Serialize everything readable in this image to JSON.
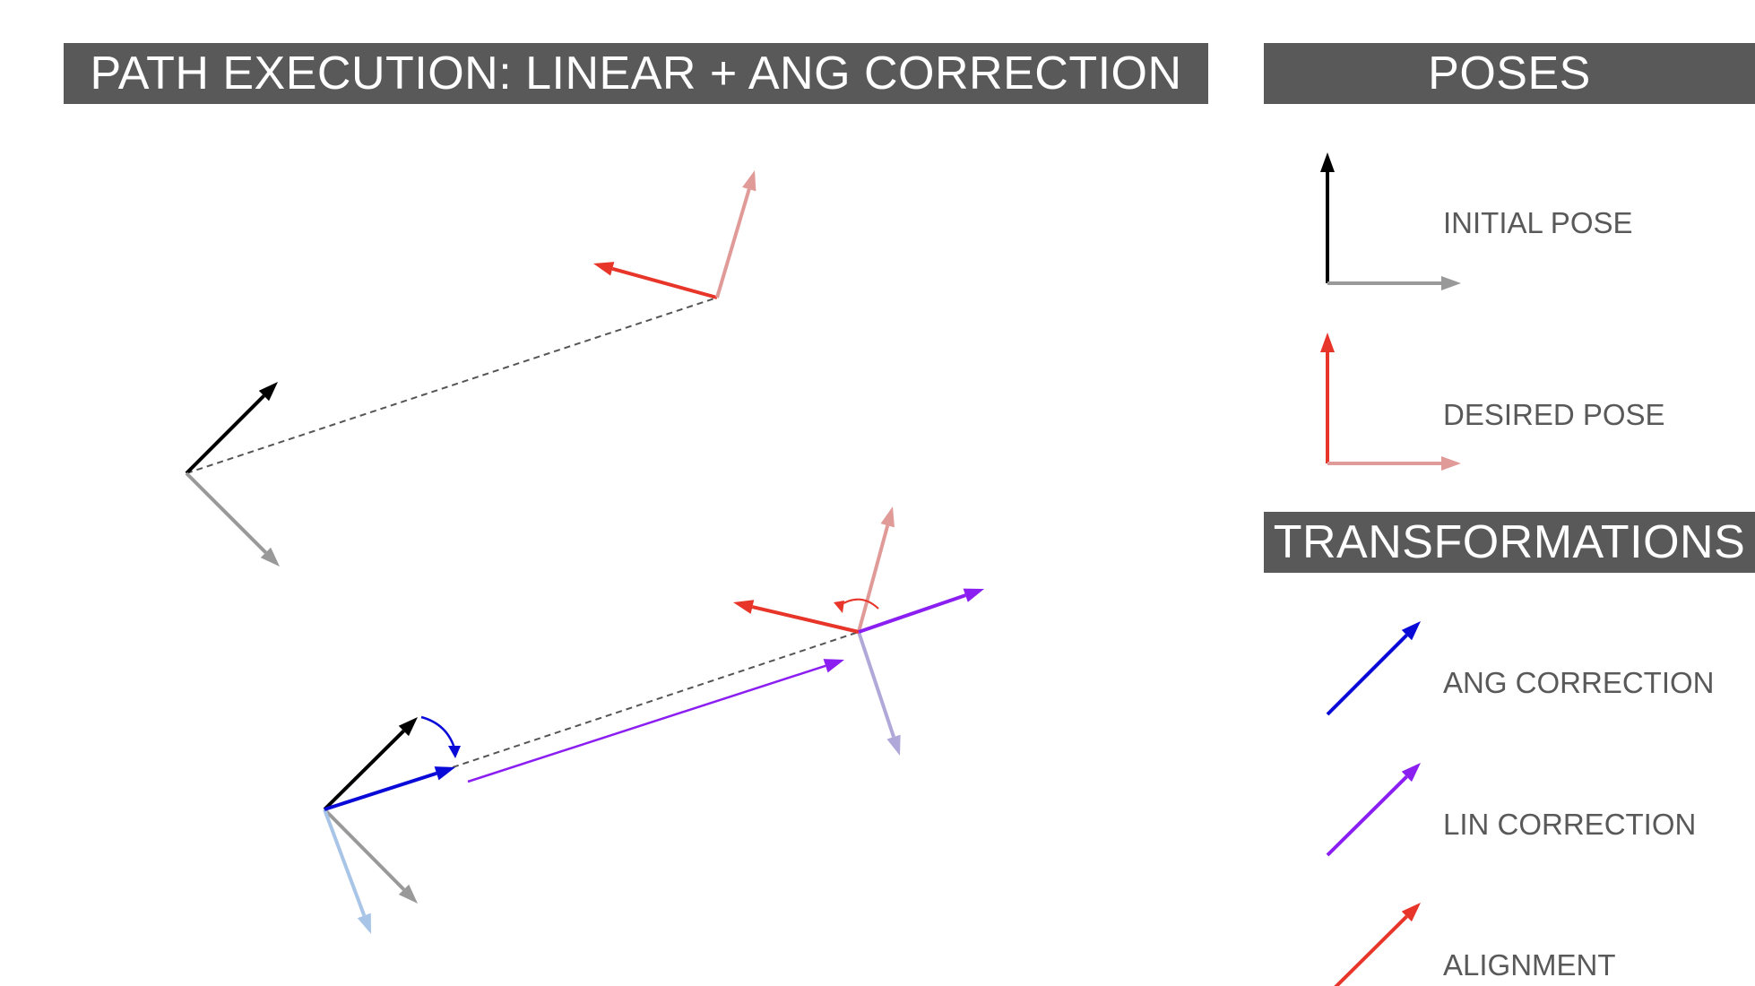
{
  "header": {
    "title": "PATH EXECUTION: LINEAR + ANG CORRECTION"
  },
  "legend": {
    "poses_title": "POSES",
    "transformations_title": "TRANSFORMATIONS",
    "initial_pose": "INITIAL POSE",
    "desired_pose": "DESIRED POSE",
    "ang_correction": "ANG CORRECTION",
    "lin_correction": "LIN CORRECTION",
    "alignment": "ALIGNMENT"
  },
  "colors": {
    "header_bg": "#595959",
    "initial_pose_heading": "#000000",
    "initial_pose_lateral": "#999999",
    "desired_pose_heading": "#e8352a",
    "desired_pose_lateral": "#e09a98",
    "ang_correction": "#0a0ad8",
    "lin_correction": "#8b1ef0",
    "alignment": "#e8352a",
    "corrected_lateral": "#a8c4e6",
    "final_lateral": "#b0a8d8",
    "path_line": "#555555"
  }
}
